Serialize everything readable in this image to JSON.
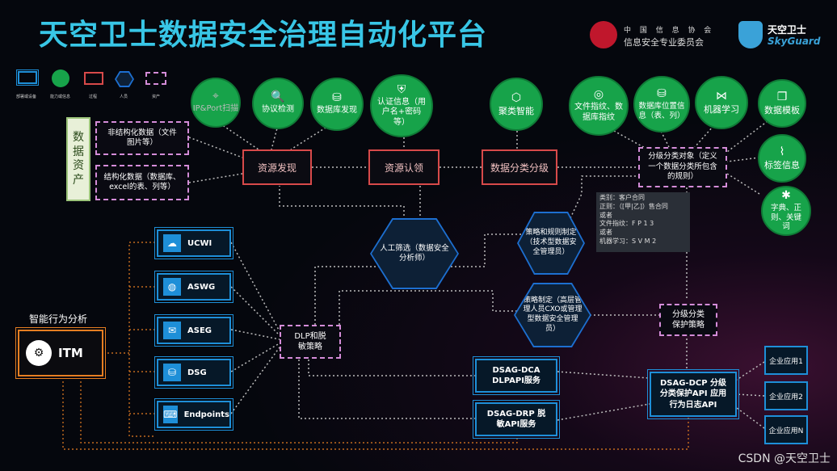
{
  "header": {
    "title": "天空卫士数据安全治理自动化平台",
    "logo1_line1": "中 国 信 息 协 会",
    "logo1_line2": "信息安全专业委员会",
    "logo2_cn": "天空卫士",
    "logo2_en": "SkyGuard"
  },
  "legend": [
    {
      "label": "部署或设备"
    },
    {
      "label": "能力或信息"
    },
    {
      "label": "过程"
    },
    {
      "label": "人员"
    },
    {
      "label": "资产"
    }
  ],
  "capabilities": {
    "ip_scan": "IP&Port扫描",
    "protocol": "协议检测",
    "db_discovery": "数据库发现",
    "auth_info": "认证信息（用户名+密码等）",
    "clustering": "聚类智能",
    "file_fingerprint": "文件指纹、数据库指纹",
    "db_position": "数据库位置信息（表、列）",
    "ml": "机器学习",
    "template": "数据模板",
    "tag": "标签信息",
    "dict": "字典、正则、关键词"
  },
  "assets": {
    "vertical": [
      "数",
      "据",
      "资",
      "产"
    ],
    "unstructured": "非结构化数据（文件图片等）",
    "structured": "结构化数据（数据库、excel的表、列等）",
    "classification_object": "分级分类对象（定义一个数据分类所包含的规则）",
    "protection_policy": "分级分类保护策略",
    "dlp_policy": "DLP和脱敏策略"
  },
  "processes": {
    "discovery": "资源发现",
    "claim": "资源认领",
    "classify": "数据分类分级"
  },
  "people": {
    "manual_filter": "人工筛选（数据安全分析师）",
    "rules_maker": "策略和规则制定（技术型数据安全管理员）",
    "policy_maker": "策略制定（高层管理人员CXO或管理型数据安全管理员）"
  },
  "info_panel": {
    "lines": [
      "类别：客户合同",
      "正则：（[甲|乙]）售合同",
      "或者",
      "文件指纹：F P 1 3",
      "或者",
      "机器学习：S V M 2"
    ]
  },
  "deployments": {
    "ucwi": "UCWI",
    "aswg": "ASWG",
    "aseg": "ASEG",
    "dsg": "DSG",
    "endpoints": "Endpoints",
    "dsag_dca": "DSAG-DCA DLPAPI服务",
    "dsag_drp": "DSAG-DRP 脱敏API服务",
    "dsag_dcp": "DSAG-DCP 分级分类保护API 应用行为日志API",
    "itm_label": "智能行为分析",
    "itm": "ITM",
    "enterprise": [
      "企业应用1",
      "企业应用2",
      "企业应用N"
    ]
  },
  "watermark": "CSDN @天空卫士",
  "colors": {
    "title": "#38c6e6",
    "green": "#17a34a",
    "red": "#d84a4a",
    "pink": "#d48cd8",
    "blue": "#1e8fd8",
    "orange": "#e67e22"
  }
}
